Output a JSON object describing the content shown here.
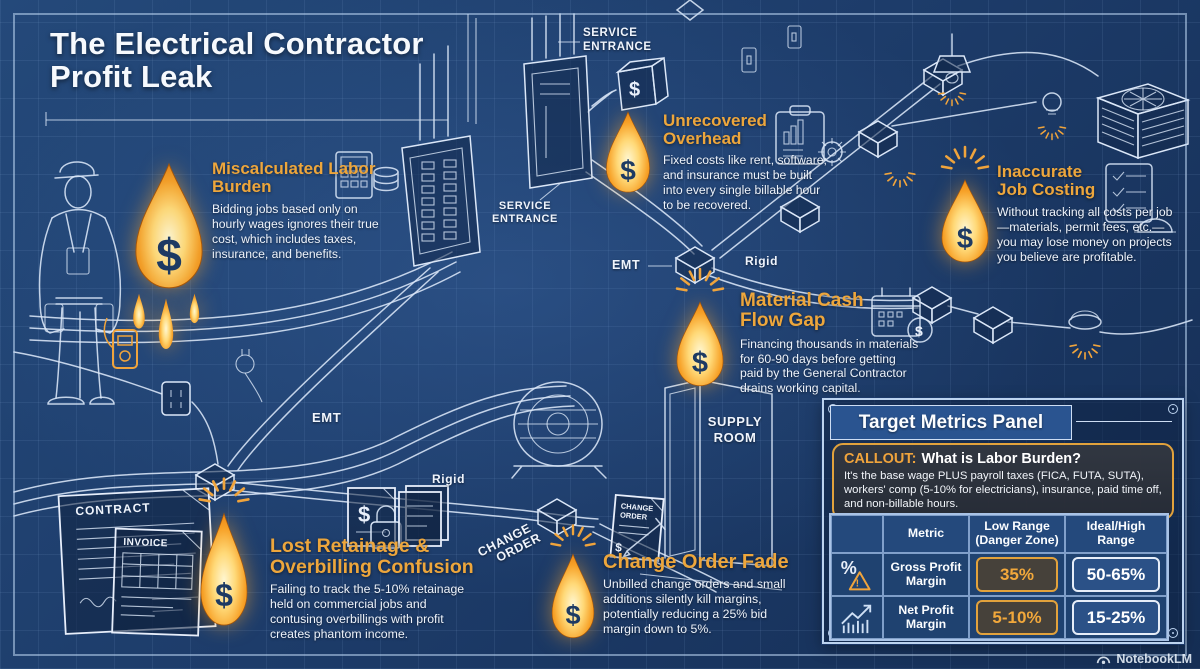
{
  "title": {
    "text": "The Electrical Contractor Profit Leak"
  },
  "symbols": {
    "dollar": "$"
  },
  "sections": [
    {
      "id": "miscalculated-labor-burden",
      "title": "Miscalculated Labor Burden",
      "icon": "calculator-coins-icon",
      "body": "Bidding jobs based only on hourly wages ignores their true cost, which includes taxes, insurance, and benefits."
    },
    {
      "id": "unrecovered-overhead",
      "title": "Unrecovered Overhead",
      "icon": "clipboard-chart-gear-icon",
      "body": "Fixed costs like rent, software, and insurance must be built into every single billable hour to be recovered."
    },
    {
      "id": "inaccurate-job-costing",
      "title": "Inaccurate Job Costing",
      "icon": "checklist-hardhat-icon",
      "body": "Without tracking all costs per job—materials, permit fees, etc.—you may lose money on projects you believe are profitable."
    },
    {
      "id": "material-cash-flow-gap",
      "title": "Material Cash Flow Gap",
      "icon": "calendar-dollar-icon",
      "body": "Financing thousands in materials for 60-90 days before getting paid by the General Contractor drains working capital."
    },
    {
      "id": "lost-retainage-overbilling",
      "title": "Lost Retainage & Overbilling Confusion",
      "icon": "document-dollar-lock-icon",
      "body": "Failing to track the 5-10% retainage held on commercial jobs and contusing overbillings with profit creates phantom income."
    },
    {
      "id": "change-order-fade",
      "title": "Change Order Fade",
      "icon": "change-order-pen-icon",
      "body": "Unbilled change orders and small additions silently kill margins, potentially reducing a 25% bid margin down to 5%."
    }
  ],
  "labels": {
    "service_entrance_1": "SERVICE",
    "service_entrance_2": "ENTRANCE",
    "emt_upper": "EMT",
    "rigid_upper": "Rigid",
    "emt_lower": "EMT",
    "rigid_lower": "Rigid",
    "supply_room_1": "SUPPLY",
    "supply_room_2": "ROOM",
    "change_order_diag_1": "CHANGE",
    "change_order_diag_2": "ORDER",
    "contract_doc": "CONTRACT",
    "invoice_doc": "INVOICE",
    "change_order_doc_1": "CHANGE",
    "change_order_doc_2": "ORDER"
  },
  "metrics_panel": {
    "title": "Target Metrics Panel",
    "callout": {
      "label": "CALLOUT:",
      "question": "What is Labor Burden?",
      "body": "It's the base wage PLUS payroll taxes (FICA, FUTA, SUTA), workers' comp (5-10% for electricians), insurance, paid time off, and non-billable hours."
    },
    "table": {
      "col_metric": "Metric",
      "col_low_1": "Low Range",
      "col_low_2": "(Danger Zone)",
      "col_ideal_1": "Ideal/High",
      "col_ideal_2": "Range",
      "rows": [
        {
          "icon": "percent-warning-icon",
          "metric": "Gross Profit Margin",
          "low": "35%",
          "ideal": "50-65%"
        },
        {
          "icon": "growth-chart-icon",
          "metric": "Net Profit Margin",
          "low": "5-10%",
          "ideal": "15-25%"
        }
      ]
    }
  },
  "watermark": {
    "text": "NotebookLM"
  },
  "colors": {
    "background": "#1e3f6d",
    "grid_line": "#3a5f93",
    "accent_gold": "#eda63c",
    "body_text": "#eef3fb",
    "drip_inner": "#fff7d2",
    "drip_outer": "#e47d10",
    "danger_value": "#f2a83b",
    "ideal_value": "#ffffff",
    "line_art": "#dbe7f8",
    "panel_border": "#bcd3ef"
  }
}
